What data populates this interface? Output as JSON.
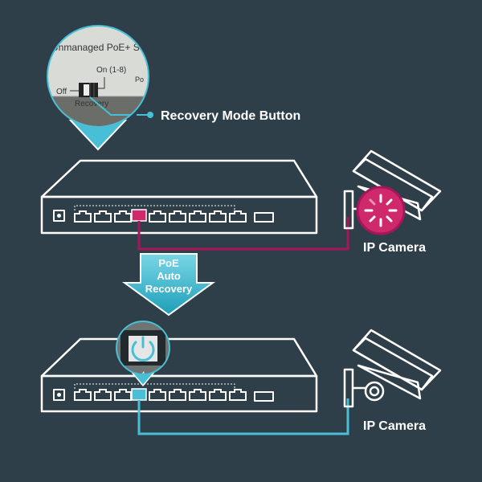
{
  "callout": {
    "switch_label": "Unmanaged PoE+ S",
    "off_label": "Off",
    "on_label": "On (1-8)",
    "recovery_label": "Recovery",
    "extra_label": "Po",
    "button_label": "Recovery Mode Button"
  },
  "arrow": {
    "line1": "PoE",
    "line2": "Auto",
    "line3": "Recovery"
  },
  "top_camera": {
    "label": "IP Camera"
  },
  "bottom_camera": {
    "label": "IP Camera"
  },
  "zoom": {
    "port_number": "4"
  },
  "colors": {
    "background": "#2e3f49",
    "outline": "#ffffff",
    "accent_teal": "#48bfd6",
    "accent_magenta": "#a6165a",
    "status_pink": "#d0296b"
  }
}
